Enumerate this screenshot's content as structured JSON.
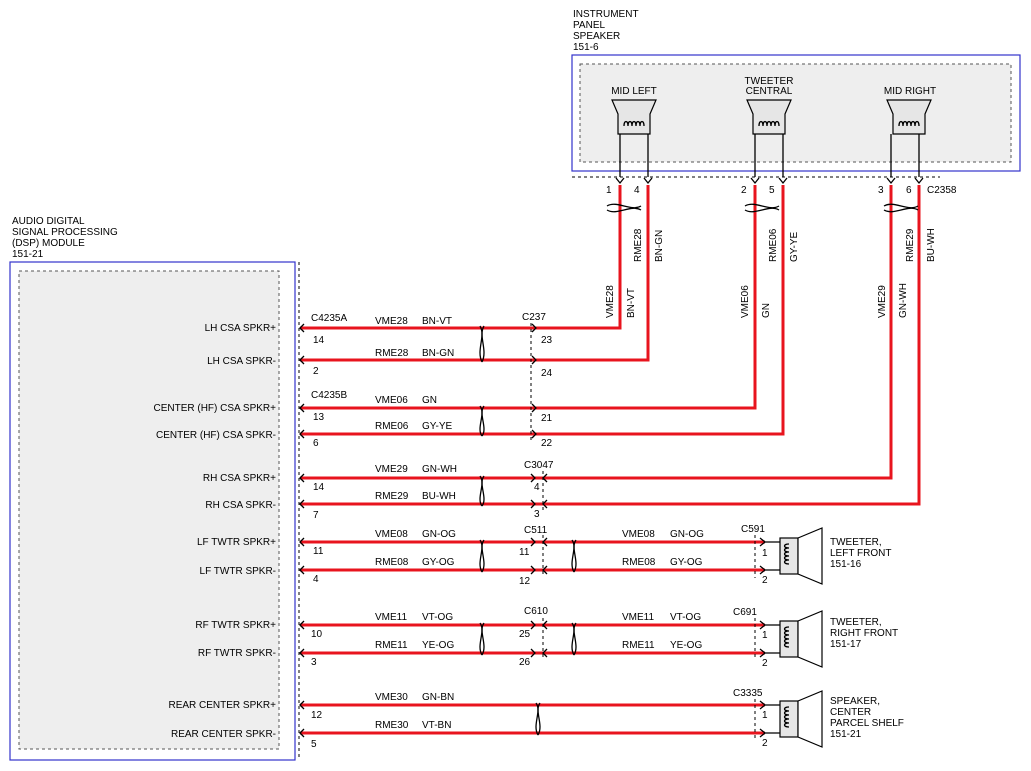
{
  "dsp_module": {
    "title_lines": [
      "AUDIO DIGITAL",
      "SIGNAL PROCESSING",
      "(DSP) MODULE",
      "151-21"
    ],
    "pins": [
      {
        "label": "LH CSA SPKR+",
        "pin": "14"
      },
      {
        "label": "LH CSA SPKR-",
        "pin": "2"
      },
      {
        "label": "CENTER (HF) CSA SPKR+",
        "pin": "13"
      },
      {
        "label": "CENTER (HF) CSA SPKR-",
        "pin": "6"
      },
      {
        "label": "RH CSA SPKR+",
        "pin": "14"
      },
      {
        "label": "RH CSA SPKR-",
        "pin": "7"
      },
      {
        "label": "LF TWTR SPKR+",
        "pin": "11"
      },
      {
        "label": "LF TWTR SPKR-",
        "pin": "4"
      },
      {
        "label": "RF TWTR SPKR+",
        "pin": "10"
      },
      {
        "label": "RF TWTR SPKR-",
        "pin": "3"
      },
      {
        "label": "REAR CENTER SPKR+",
        "pin": "12"
      },
      {
        "label": "REAR CENTER SPKR-",
        "pin": "5"
      }
    ],
    "connectors": [
      "C4235A",
      "C4235B"
    ]
  },
  "wires_left": [
    {
      "circuit": "VME28",
      "color": "BN-VT"
    },
    {
      "circuit": "RME28",
      "color": "BN-GN"
    },
    {
      "circuit": "VME06",
      "color": "GN"
    },
    {
      "circuit": "RME06",
      "color": "GY-YE"
    },
    {
      "circuit": "VME29",
      "color": "GN-WH"
    },
    {
      "circuit": "RME29",
      "color": "BU-WH"
    },
    {
      "circuit": "VME08",
      "color": "GN-OG"
    },
    {
      "circuit": "RME08",
      "color": "GY-OG"
    },
    {
      "circuit": "VME11",
      "color": "VT-OG"
    },
    {
      "circuit": "RME11",
      "color": "YE-OG"
    },
    {
      "circuit": "VME30",
      "color": "GN-BN"
    },
    {
      "circuit": "RME30",
      "color": "VT-BN"
    }
  ],
  "inline_connectors": {
    "c237": {
      "name": "C237",
      "pins": [
        "23",
        "24",
        "21",
        "22"
      ]
    },
    "c3047": {
      "name": "C3047",
      "pins": [
        "4",
        "3"
      ]
    },
    "c511": {
      "name": "C511",
      "pins": [
        "11",
        "12"
      ]
    },
    "c610": {
      "name": "C610",
      "pins": [
        "25",
        "26"
      ]
    }
  },
  "wires_right": [
    {
      "circuit": "VME08",
      "color": "GN-OG"
    },
    {
      "circuit": "RME08",
      "color": "GY-OG"
    },
    {
      "circuit": "VME11",
      "color": "VT-OG"
    },
    {
      "circuit": "RME11",
      "color": "YE-OG"
    }
  ],
  "instrument_panel": {
    "title_lines": [
      "INSTRUMENT",
      "PANEL",
      "SPEAKER",
      "151-6"
    ],
    "connector": "C2358",
    "speakers": [
      {
        "label_lines": [
          "MID LEFT"
        ],
        "pins": [
          "1",
          "4"
        ]
      },
      {
        "label_lines": [
          "TWEETER",
          "CENTRAL"
        ],
        "pins": [
          "2",
          "5"
        ]
      },
      {
        "label_lines": [
          "MID RIGHT"
        ],
        "pins": [
          "3",
          "6"
        ]
      }
    ]
  },
  "vertical_wires": {
    "upper": [
      {
        "circuit": "RME28",
        "color": "BN-GN"
      },
      {
        "circuit": "RME06",
        "color": "GY-YE"
      },
      {
        "circuit": "RME29",
        "color": "BU-WH"
      }
    ],
    "lower": [
      {
        "circuit": "VME28",
        "color": "BN-VT"
      },
      {
        "circuit": "VME06",
        "color": "GN"
      },
      {
        "circuit": "VME29",
        "color": "GN-WH"
      }
    ]
  },
  "outer_speakers": [
    {
      "connector": "C591",
      "pins": [
        "1",
        "2"
      ],
      "label_lines": [
        "TWEETER,",
        "LEFT FRONT",
        "151-16"
      ]
    },
    {
      "connector": "C691",
      "pins": [
        "1",
        "2"
      ],
      "label_lines": [
        "TWEETER,",
        "RIGHT FRONT",
        "151-17"
      ]
    },
    {
      "connector": "C3335",
      "pins": [
        "1",
        "2"
      ],
      "label_lines": [
        "SPEAKER,",
        "CENTER",
        "PARCEL SHELF",
        "151-21"
      ]
    }
  ]
}
